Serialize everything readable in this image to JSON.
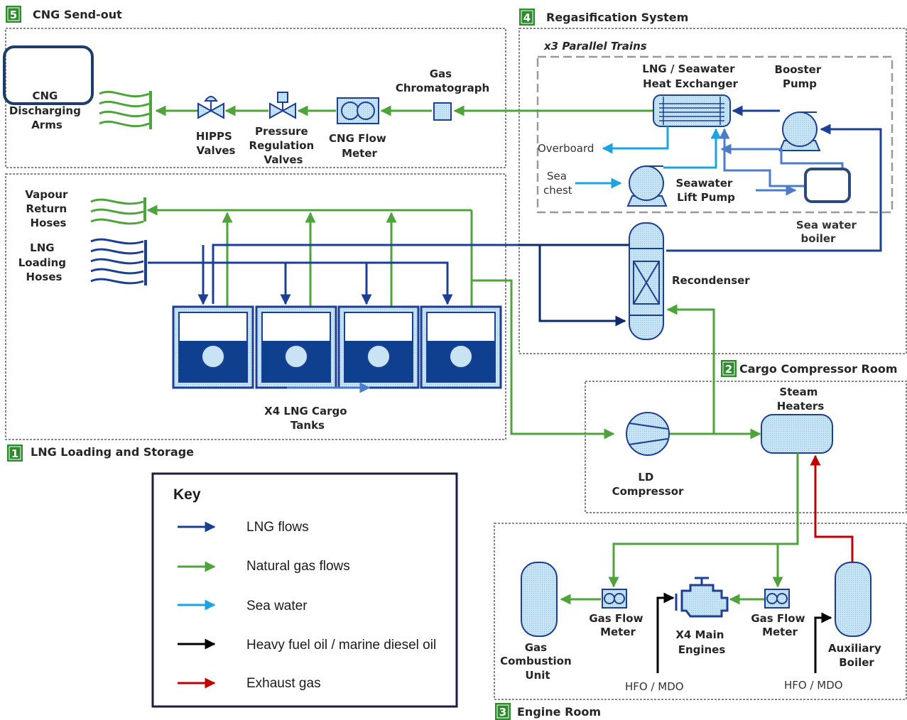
{
  "colors": {
    "lng": "#1c3f94",
    "natural_gas": "#4ea33a",
    "sea_water": "#1fa3e0",
    "fuel_oil": "#000000",
    "exhaust": "#c00000",
    "equipment_fill": "#bfe0f2",
    "equipment_stroke": "#1c3f94",
    "section_badge": "#2e8b2e"
  },
  "sections": [
    {
      "number": "5",
      "title": "CNG Send-out"
    },
    {
      "number": "4",
      "title": "Regasification System"
    },
    {
      "number": "1",
      "title": "LNG Loading and Storage"
    },
    {
      "number": "2",
      "title": "Cargo Compressor Room"
    },
    {
      "number": "3",
      "title": "Engine Room"
    }
  ],
  "labels": {
    "parallel_trains": "x3 Parallel Trains",
    "cng_arms": [
      "CNG",
      "Discharging",
      "Arms"
    ],
    "hipps": [
      "HIPPS",
      "Valves"
    ],
    "prv": [
      "Pressure",
      "Regulation",
      "Valves"
    ],
    "cng_meter": [
      "CNG Flow",
      "Meter"
    ],
    "chromatograph": [
      "Gas",
      "Chromatograph"
    ],
    "heat_exchanger": [
      "LNG / Seawater",
      "Heat Exchanger"
    ],
    "booster": [
      "Booster",
      "Pump"
    ],
    "overboard": "Overboard",
    "sea_chest": [
      "Sea",
      "chest"
    ],
    "lift_pump": [
      "Seawater",
      "Lift Pump"
    ],
    "sea_boiler": [
      "Sea water",
      "boiler"
    ],
    "recondenser": "Recondenser",
    "vapour_hoses": [
      "Vapour",
      "Return",
      "Hoses"
    ],
    "loading_hoses": [
      "LNG",
      "Loading",
      "Hoses"
    ],
    "cargo_tanks": [
      "X4 LNG Cargo",
      "Tanks"
    ],
    "steam_heaters": [
      "Steam",
      "Heaters"
    ],
    "ld_compressor": [
      "LD",
      "Compressor"
    ],
    "gcu": [
      "Gas",
      "Combustion",
      "Unit"
    ],
    "gas_meter_1": [
      "Gas Flow",
      "Meter"
    ],
    "main_engines": [
      "X4 Main",
      "Engines"
    ],
    "gas_meter_2": [
      "Gas Flow",
      "Meter"
    ],
    "aux_boiler": [
      "Auxiliary",
      "Boiler"
    ],
    "hfo_1": "HFO / MDO",
    "hfo_2": "HFO / MDO"
  },
  "key": {
    "title": "Key",
    "items": [
      {
        "label": "LNG flows",
        "color": "#1c3f94"
      },
      {
        "label": "Natural gas flows",
        "color": "#4ea33a"
      },
      {
        "label": "Sea water",
        "color": "#1fa3e0"
      },
      {
        "label": "Heavy fuel oil / marine diesel oil",
        "color": "#000000"
      },
      {
        "label": "Exhaust gas",
        "color": "#c00000"
      }
    ]
  }
}
